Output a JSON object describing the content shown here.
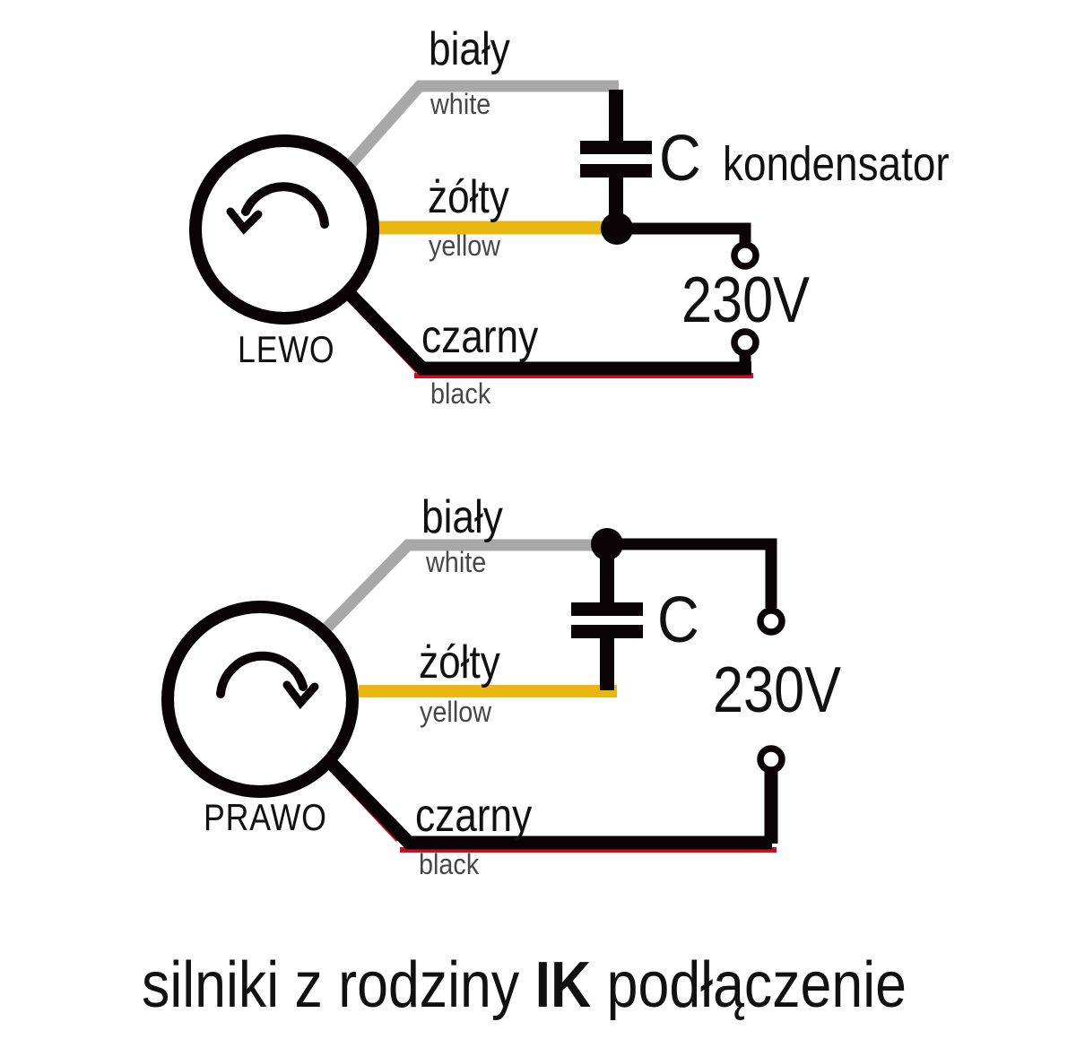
{
  "caption": {
    "prefix": "silniki z rodziny",
    "model": "IK",
    "suffix": "podłączenie"
  },
  "diagrams": [
    {
      "rotation_label": "LEWO",
      "rotation": "counterclockwise",
      "wires": {
        "white": {
          "pl": "biały",
          "en": "white"
        },
        "yellow": {
          "pl": "żółty",
          "en": "yellow"
        },
        "black": {
          "pl": "czarny",
          "en": "black"
        }
      },
      "capacitor": {
        "symbol": "C",
        "label": "kondensator"
      },
      "supply": {
        "voltage": "230V"
      }
    },
    {
      "rotation_label": "PRAWO",
      "rotation": "clockwise",
      "wires": {
        "white": {
          "pl": "biały",
          "en": "white"
        },
        "yellow": {
          "pl": "żółty",
          "en": "yellow"
        },
        "black": {
          "pl": "czarny",
          "en": "black"
        }
      },
      "capacitor": {
        "symbol": "C"
      },
      "supply": {
        "voltage": "230V"
      }
    }
  ],
  "colors": {
    "wire_white": "#a8a8a8",
    "wire_yellow": "#e9b70f",
    "wire_black": "#0a0306",
    "wire_red_edge": "#cf0d1c",
    "text_primary": "#111111",
    "text_secondary": "#474747",
    "terminal_fill": "#ffffff"
  }
}
